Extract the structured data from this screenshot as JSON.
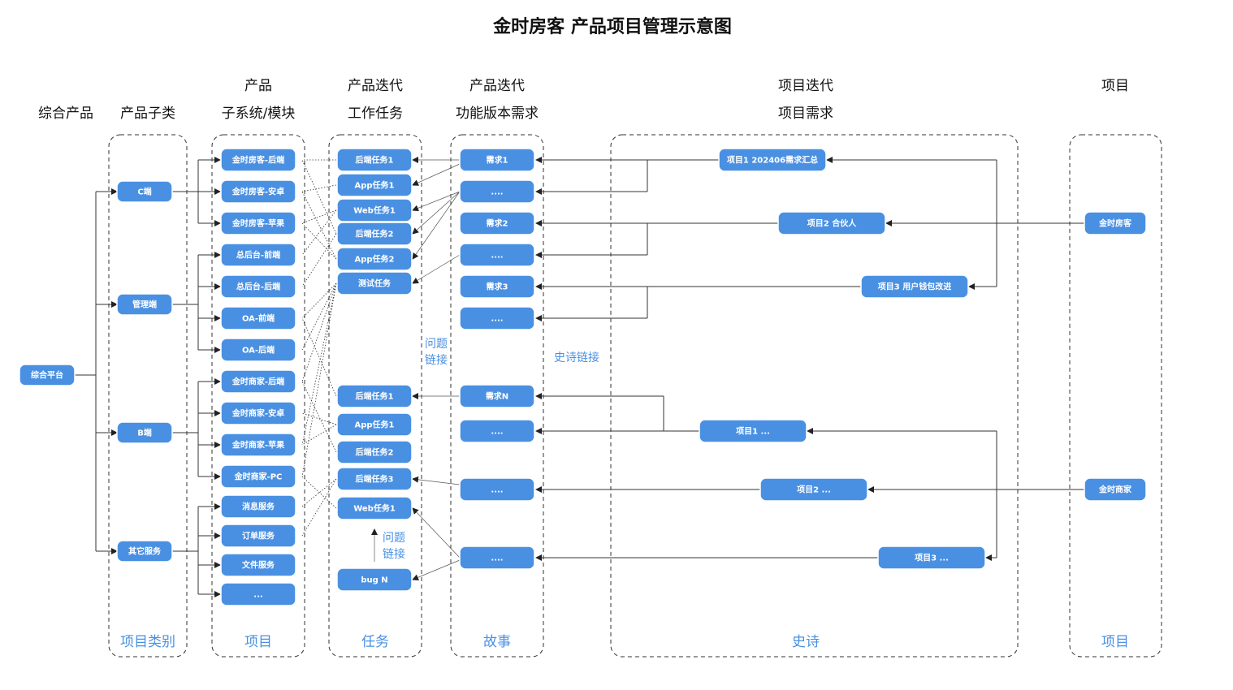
{
  "title": "金时房客 产品项目管理示意图",
  "headers": {
    "col1": "综合产品",
    "col2": "产品子类",
    "col3_top": "产品",
    "col3": "子系统/模块",
    "col4_top": "产品迭代",
    "col4": "工作任务",
    "col5_top": "产品迭代",
    "col5": "功能版本需求",
    "col6_top": "项目迭代",
    "col6": "项目需求",
    "col7_top": "项目"
  },
  "footers": {
    "col2": "项目类别",
    "col3": "项目",
    "col4": "任务",
    "col5": "故事",
    "col6": "史诗",
    "col7": "项目"
  },
  "annotations": {
    "issue_link_1": [
      "问题",
      "链接"
    ],
    "epic_link": "史诗链接",
    "issue_link_2": [
      "问题",
      "链接"
    ]
  },
  "colors": {
    "node": "#4a90e2",
    "line": "#333333",
    "annotation": "#4a90e2"
  },
  "nodes": {
    "root": "综合平台",
    "subclasses": [
      "C端",
      "管理端",
      "B端",
      "其它服务"
    ],
    "modules": [
      "金时房客-后端",
      "金时房客-安卓",
      "金时房客-苹果",
      "总后台-前端",
      "总后台-后端",
      "OA-前端",
      "OA-后端",
      "金时商家-后端",
      "金时商家-安卓",
      "金时商家-苹果",
      "金时商家-PC",
      "消息服务",
      "订单服务",
      "文件服务",
      "..."
    ],
    "tasks": [
      "后端任务1",
      "App任务1",
      "Web任务1",
      "后端任务2",
      "App任务2",
      "测试任务",
      "后端任务1",
      "App任务1",
      "后端任务2",
      "后端任务3",
      "Web任务1",
      "bug N"
    ],
    "stories": [
      "需求1",
      "....",
      "需求2",
      "....",
      "需求3",
      "....",
      "需求N",
      "....",
      "....",
      "...."
    ],
    "epics": [
      "项目1 202406需求汇总",
      "项目2 合伙人",
      "项目3 用户钱包改进",
      "项目1 ...",
      "项目2 ...",
      "项目3 ..."
    ],
    "projects": [
      "金时房客",
      "金时商家"
    ]
  }
}
